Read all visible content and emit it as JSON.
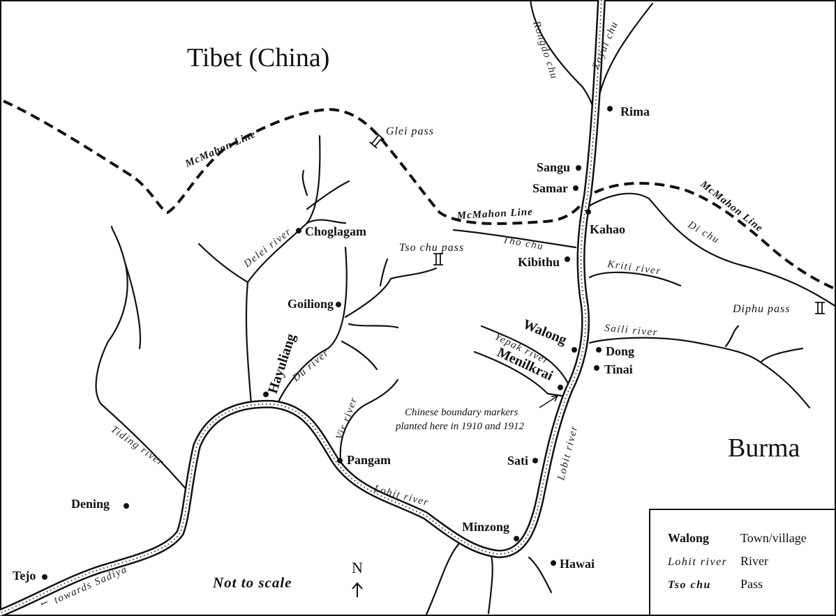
{
  "regions": [
    "Tibet (China)",
    "Burma"
  ],
  "places": [
    "Rima",
    "Sangu",
    "Samar",
    "Kahao",
    "Choglagam",
    "Kibithu",
    "Goiliong",
    "Walong",
    "Dong",
    "Tinai",
    "Menilkrai",
    "Hayuliang",
    "Pangam",
    "Sati",
    "Dening",
    "Minzong",
    "Hawai",
    "Tejo"
  ],
  "rivers": [
    "Rongdo chu",
    "Zayul chu",
    "Delei river",
    "Tho chu",
    "Kriti river",
    "Di chu",
    "Saili river",
    "Yepak river",
    "Du river",
    "Vir river",
    "Tiding river",
    "Lobit river",
    "Lohit river",
    "towards Sadiya"
  ],
  "passes": [
    "Glei pass",
    "Tso chu pass",
    "Diphu pass"
  ],
  "boundary_label": "McMahon Line",
  "annotation": {
    "line1": "Chinese boundary markers",
    "line2": "planted here in 1910 and 1912"
  },
  "scale_note": "Not to scale",
  "north": "N",
  "legend": {
    "items": [
      {
        "sample": "Walong",
        "meaning": "Town/village"
      },
      {
        "sample": "Lohit river",
        "meaning": "River"
      },
      {
        "sample": "Tso chu",
        "meaning": "Pass"
      }
    ]
  },
  "colors": {
    "ink": "#111111",
    "paper": "#ffffff"
  }
}
